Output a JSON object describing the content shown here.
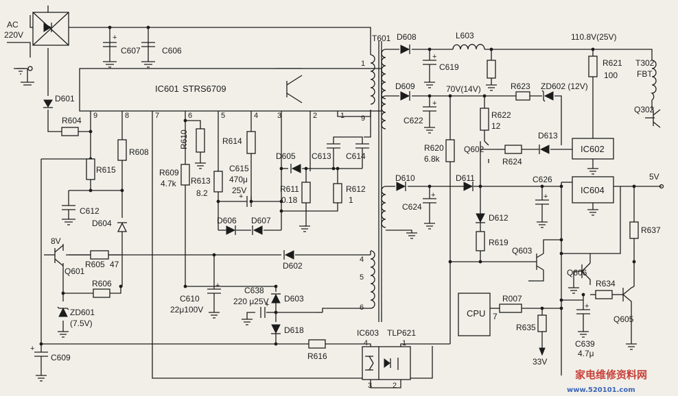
{
  "input": {
    "ac_label": "AC",
    "ac_voltage": "220V"
  },
  "ic601": {
    "ref": "IC601",
    "part": "STRS6709",
    "pins": [
      "9",
      "8",
      "7",
      "6",
      "5",
      "4",
      "3",
      "2",
      "1"
    ]
  },
  "transformer": {
    "ref": "T601",
    "pins": [
      "1",
      "9",
      "4",
      "5",
      "6"
    ]
  },
  "components": {
    "C607": "C607",
    "C606": "C606",
    "D601": "D601",
    "R604": "R604",
    "R608": "R608",
    "R615": "R615",
    "C612": "C612",
    "D604": "D604",
    "R609": "R609",
    "R609_val": "4.7k",
    "R610": "R610",
    "R613": "R613",
    "R613_val": "8.2",
    "R614": "R614",
    "C615": "C615",
    "C615_val1": "470μ",
    "C615_val2": "25V",
    "D605": "D605",
    "C613": "C613",
    "C614": "C614",
    "R611": "R611",
    "R611_val": "0.18",
    "R612": "R612",
    "R612_val": "1",
    "D606": "D606",
    "D607": "D607",
    "D602": "D602",
    "V8": "8V",
    "Q601": "Q601",
    "R605": "R605",
    "R605_val": "47",
    "R606": "R606",
    "ZD601": "ZD601",
    "ZD601_val": "(7.5V)",
    "C609": "C609",
    "C610": "C610",
    "C610_val": "22μ100V",
    "C638": "C638",
    "C638_val": "220 μ25V",
    "D603": "D603",
    "D618": "D618",
    "R616": "R616",
    "IC603": "IC603",
    "IC603_part": "TLP621",
    "D608": "D608",
    "L603": "L603",
    "C619": "C619",
    "V110": "110.8V(25V)",
    "R621": "R621",
    "R621_val": "100",
    "T302": "T302",
    "FBT": "FBT",
    "Q302": "Q302",
    "D609": "D609",
    "V70": "70V(14V)",
    "R623": "R623",
    "ZD602": "ZD602 (12V)",
    "C622": "C622",
    "R622": "R622",
    "R622_val": "12",
    "R620": "R620",
    "R620_val": "6.8k",
    "Q602": "Q602",
    "R624": "R624",
    "D613": "D613",
    "IC602": "IC602",
    "D610": "D610",
    "D611": "D611",
    "C626": "C626",
    "IC604": "IC604",
    "V5": "5V",
    "C624": "C624",
    "D612": "D612",
    "R637": "R637",
    "R619": "R619",
    "Q603": "Q603",
    "Q606": "Q606",
    "R634": "R634",
    "R007": "R007",
    "CPU": "CPU",
    "CPU_pin": "7",
    "R635": "R635",
    "Q605": "Q605",
    "V33": "33V",
    "C639": "C639",
    "C639_val": "4.7μ",
    "IC603_pin1": "1",
    "IC603_pin2": "2",
    "IC603_pin3": "3",
    "IC603_pin4": "4"
  },
  "watermark": {
    "title": "家电维修资料网",
    "url": "www.520101.com"
  }
}
